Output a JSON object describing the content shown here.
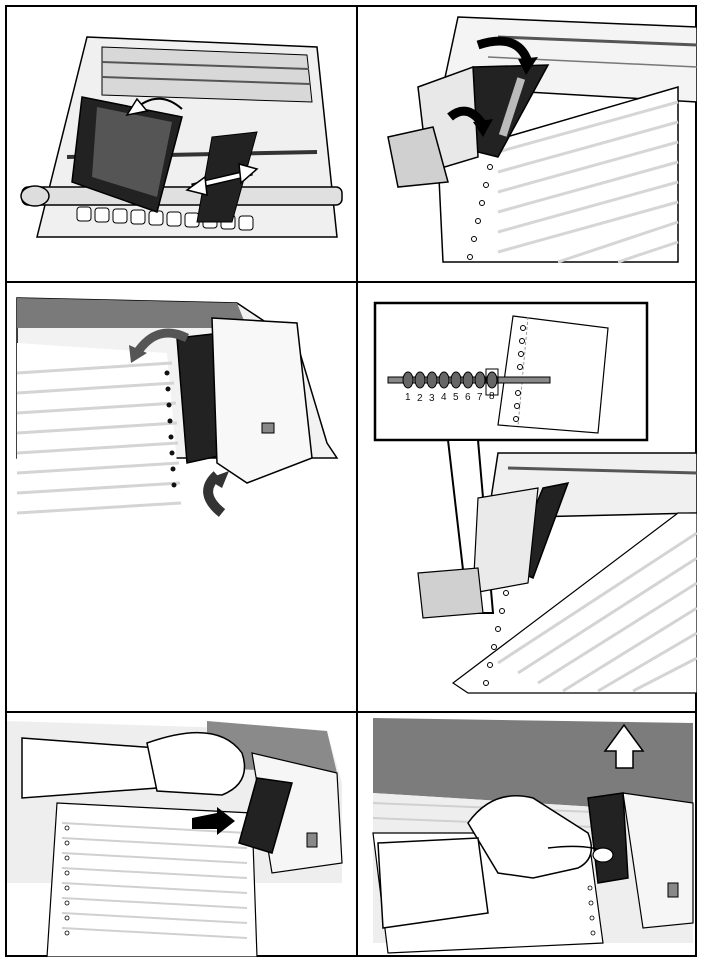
{
  "panels": [
    {
      "id": "step-1",
      "icon": "tractor-open-slide-illustration"
    },
    {
      "id": "step-2",
      "icon": "tractor-lock-lever-illustration"
    },
    {
      "id": "step-3",
      "icon": "paper-load-tractor-illustration"
    },
    {
      "id": "step-4",
      "icon": "paper-position-scale-illustration"
    },
    {
      "id": "step-5",
      "icon": "hand-push-tractor-illustration"
    },
    {
      "id": "step-6",
      "icon": "hand-lift-lever-illustration"
    }
  ],
  "scale": {
    "numbers": [
      "1",
      "2",
      "3",
      "4",
      "5",
      "6",
      "7",
      "8"
    ]
  },
  "colors": {
    "line": "#000000",
    "paper_stripe": "#d8d8d8",
    "printer_body": "#c8c8c8",
    "dark_part": "#222222"
  }
}
